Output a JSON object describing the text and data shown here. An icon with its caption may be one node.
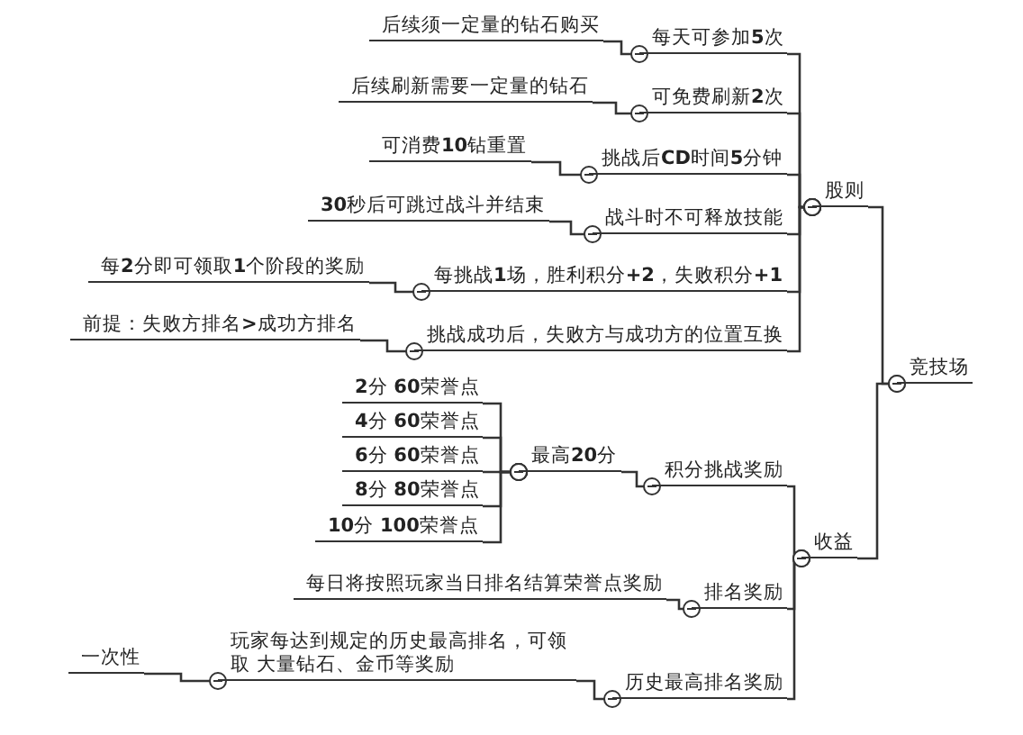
{
  "diagram": {
    "nodes": [
      {
        "text": [
          "竞技场"
        ]
      },
      {
        "text": [
          "股则"
        ]
      },
      {
        "text": [
          "收益"
        ]
      },
      {
        "text": [
          "每天可参加**5**次"
        ]
      },
      {
        "text": [
          "可免费刷新**2**次"
        ]
      },
      {
        "text": [
          "挑战后**CD**时间**5**分钟"
        ]
      },
      {
        "text": [
          "战斗时不可释放技能"
        ]
      },
      {
        "text": [
          "每挑战**1**场，胜利积分**+2**，失败积分**+1**"
        ]
      },
      {
        "text": [
          "挑战成功后，失败方与成功方的位置互换"
        ]
      },
      {
        "text": [
          "后续须一定量的钻石购买"
        ]
      },
      {
        "text": [
          "后续刷新需要一定量的钻石"
        ]
      },
      {
        "text": [
          "可消费**10**钻重置"
        ]
      },
      {
        "text": [
          "**30**秒后可跳过战斗并结束"
        ]
      },
      {
        "text": [
          "每**2**分即可领取**1**个阶段的奖励"
        ]
      },
      {
        "text": [
          "前提：失败方排名**>**成功方排名"
        ]
      },
      {
        "text": [
          "积分挑战奖励"
        ]
      },
      {
        "text": [
          "排名奖励"
        ]
      },
      {
        "text": [
          "历史最高排名奖励"
        ]
      },
      {
        "text": [
          "最高**20**分"
        ]
      },
      {
        "text": [
          "**2**分 **60**荣誉点"
        ]
      },
      {
        "text": [
          "**4**分 **60**荣誉点"
        ]
      },
      {
        "text": [
          "**6**分 **60**荣誉点"
        ]
      },
      {
        "text": [
          "**8**分 **80**荣誉点"
        ]
      },
      {
        "text": [
          "**10**分 **100**荣誉点"
        ]
      },
      {
        "text": [
          "每日将按照玩家当日排名结算荣誉点奖励"
        ]
      },
      {
        "text": [
          "玩家每达到规定的历史最高排名，可领取 大量钻石、金币等奖励"
        ]
      },
      {
        "text": [
          "一次性"
        ]
      }
    ],
    "edges": [
      {
        "from": 0,
        "to": 1,
        "arrow": "other"
      },
      {
        "from": 0,
        "to": 2,
        "arrow": "other"
      },
      {
        "from": 1,
        "to": 3,
        "arrow": "other"
      },
      {
        "from": 1,
        "to": 4,
        "arrow": "other"
      },
      {
        "from": 1,
        "to": 5,
        "arrow": "other"
      },
      {
        "from": 1,
        "to": 6,
        "arrow": "other"
      },
      {
        "from": 1,
        "to": 7,
        "arrow": "other"
      },
      {
        "from": 1,
        "to": 8,
        "arrow": "other"
      },
      {
        "from": 3,
        "to": 9,
        "arrow": "other"
      },
      {
        "from": 4,
        "to": 10,
        "arrow": "other"
      },
      {
        "from": 5,
        "to": 11,
        "arrow": "other"
      },
      {
        "from": 6,
        "to": 12,
        "arrow": "other"
      },
      {
        "from": 7,
        "to": 13,
        "arrow": "other"
      },
      {
        "from": 8,
        "to": 14,
        "arrow": "other"
      },
      {
        "from": 2,
        "to": 15,
        "arrow": "other"
      },
      {
        "from": 2,
        "to": 16,
        "arrow": "other"
      },
      {
        "from": 2,
        "to": 17,
        "arrow": "other"
      },
      {
        "from": 15,
        "to": 18,
        "arrow": "other"
      },
      {
        "from": 18,
        "to": 19,
        "arrow": "other"
      },
      {
        "from": 18,
        "to": 20,
        "arrow": "other"
      },
      {
        "from": 18,
        "to": 21,
        "arrow": "other"
      },
      {
        "from": 18,
        "to": 22,
        "arrow": "other"
      },
      {
        "from": 18,
        "to": 23,
        "arrow": "other"
      },
      {
        "from": 16,
        "to": 24,
        "arrow": "other"
      },
      {
        "from": 17,
        "to": 25,
        "arrow": "other"
      },
      {
        "from": 25,
        "to": 26,
        "arrow": "other"
      }
    ]
  }
}
